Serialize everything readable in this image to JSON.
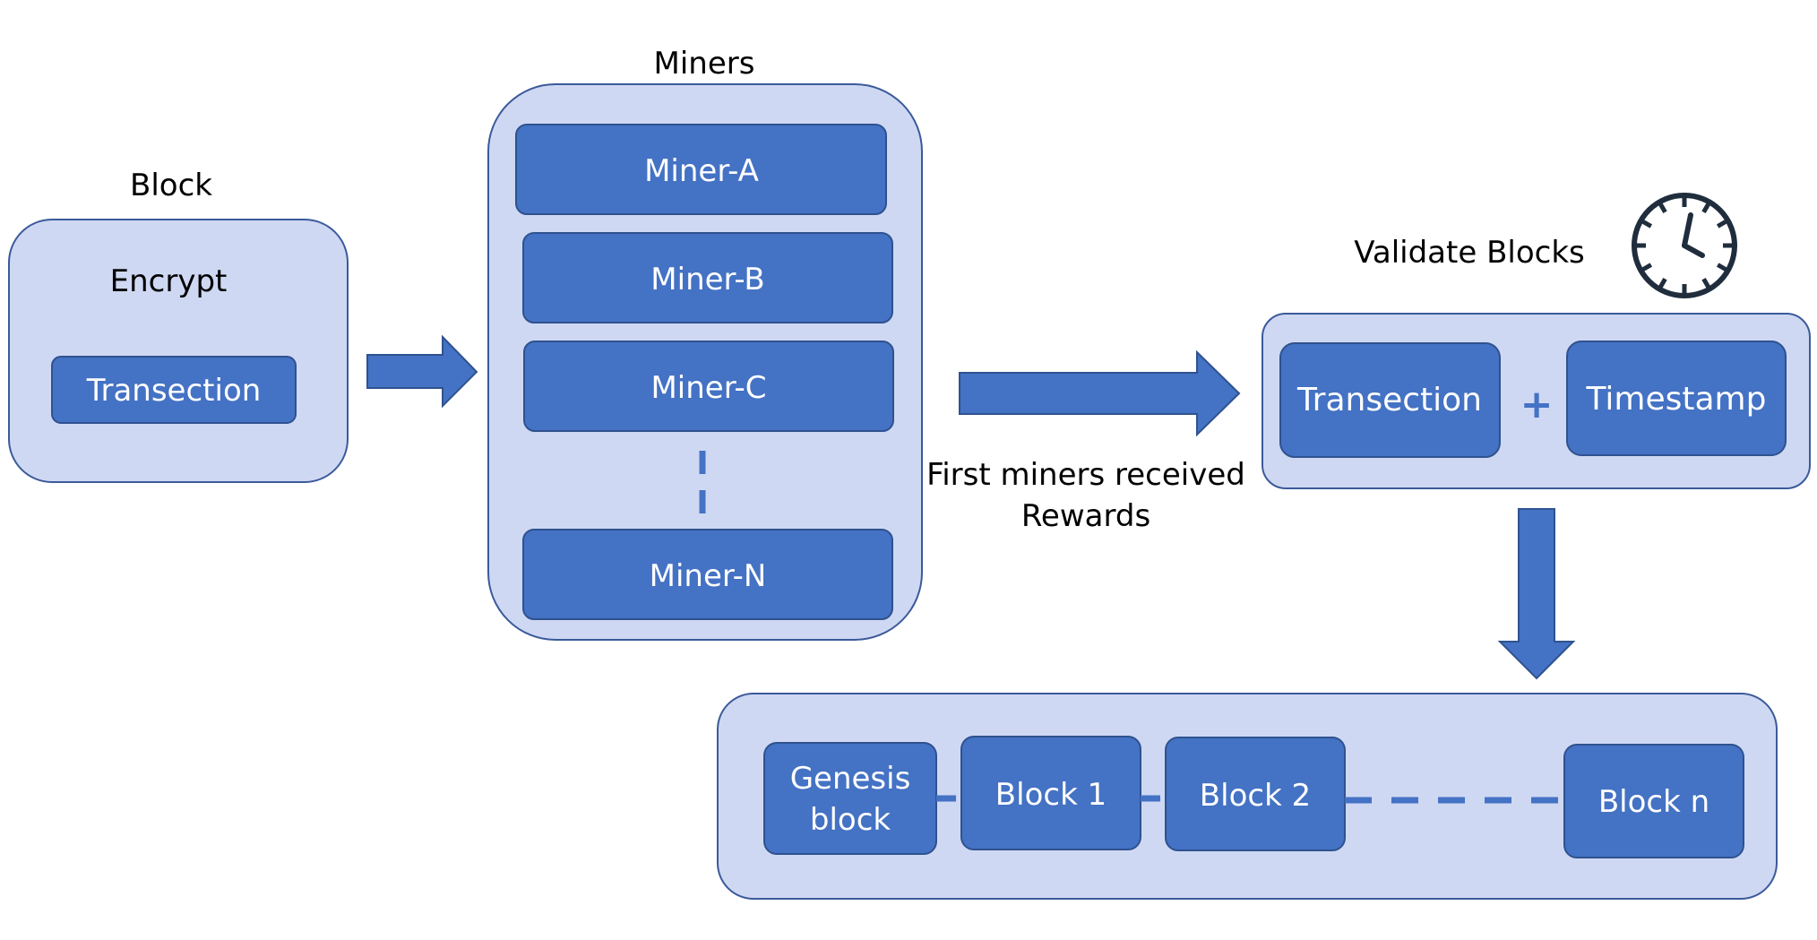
{
  "colors": {
    "container_fill": "#cfd8f3",
    "container_stroke": "#3b5a9a",
    "box_fill": "#4472c4",
    "box_stroke": "#2f528f",
    "arrow_fill": "#4472c4",
    "text_dark": "#000000",
    "text_light": "#ffffff",
    "clock_stroke": "#1f2d3d"
  },
  "block_group": {
    "title": "Block",
    "encrypt_label": "Encrypt",
    "transaction_label": "Transection"
  },
  "miners_group": {
    "title": "Miners",
    "miners": [
      "Miner-A",
      "Miner-B",
      "Miner-C",
      "Miner-N"
    ]
  },
  "reward_note": {
    "line1": "First miners received",
    "line2": "Rewards"
  },
  "validate_group": {
    "title": "Validate Blocks",
    "transaction_label": "Transection",
    "plus_symbol": "+",
    "timestamp_label": "Timestamp",
    "clock_icon": "clock-icon"
  },
  "chain_group": {
    "genesis_line1": "Genesis",
    "genesis_line2": "block",
    "block1": "Block 1",
    "block2": "Block 2",
    "blockn": "Block n"
  }
}
